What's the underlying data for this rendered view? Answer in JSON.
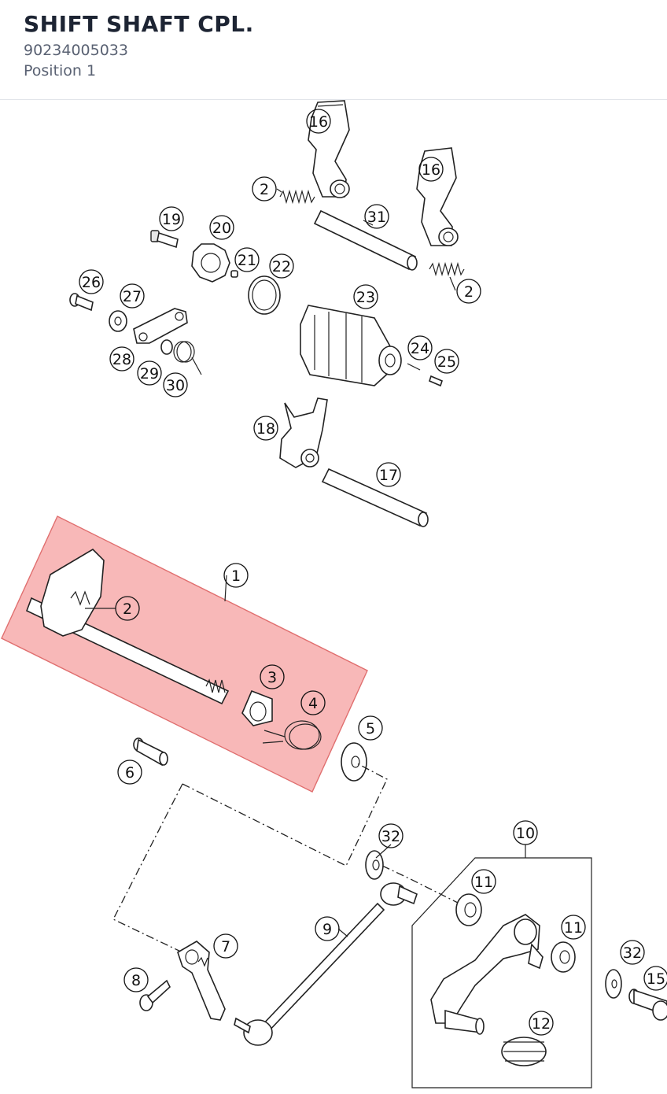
{
  "header": {
    "title": "SHIFT SHAFT CPL.",
    "part_number": "90234005033",
    "position": "Position 1"
  },
  "diagram": {
    "highlight_color": "#f5a0a0",
    "callouts": [
      {
        "label": "16"
      },
      {
        "label": "16"
      },
      {
        "label": "2"
      },
      {
        "label": "31"
      },
      {
        "label": "2"
      },
      {
        "label": "19"
      },
      {
        "label": "20"
      },
      {
        "label": "21"
      },
      {
        "label": "22"
      },
      {
        "label": "26"
      },
      {
        "label": "27"
      },
      {
        "label": "23"
      },
      {
        "label": "24"
      },
      {
        "label": "25"
      },
      {
        "label": "28"
      },
      {
        "label": "29"
      },
      {
        "label": "30"
      },
      {
        "label": "18"
      },
      {
        "label": "17"
      },
      {
        "label": "1"
      },
      {
        "label": "2"
      },
      {
        "label": "3"
      },
      {
        "label": "4"
      },
      {
        "label": "5"
      },
      {
        "label": "6"
      },
      {
        "label": "32"
      },
      {
        "label": "10"
      },
      {
        "label": "11"
      },
      {
        "label": "11"
      },
      {
        "label": "9"
      },
      {
        "label": "7"
      },
      {
        "label": "32"
      },
      {
        "label": "15"
      },
      {
        "label": "8"
      },
      {
        "label": "12"
      }
    ]
  }
}
